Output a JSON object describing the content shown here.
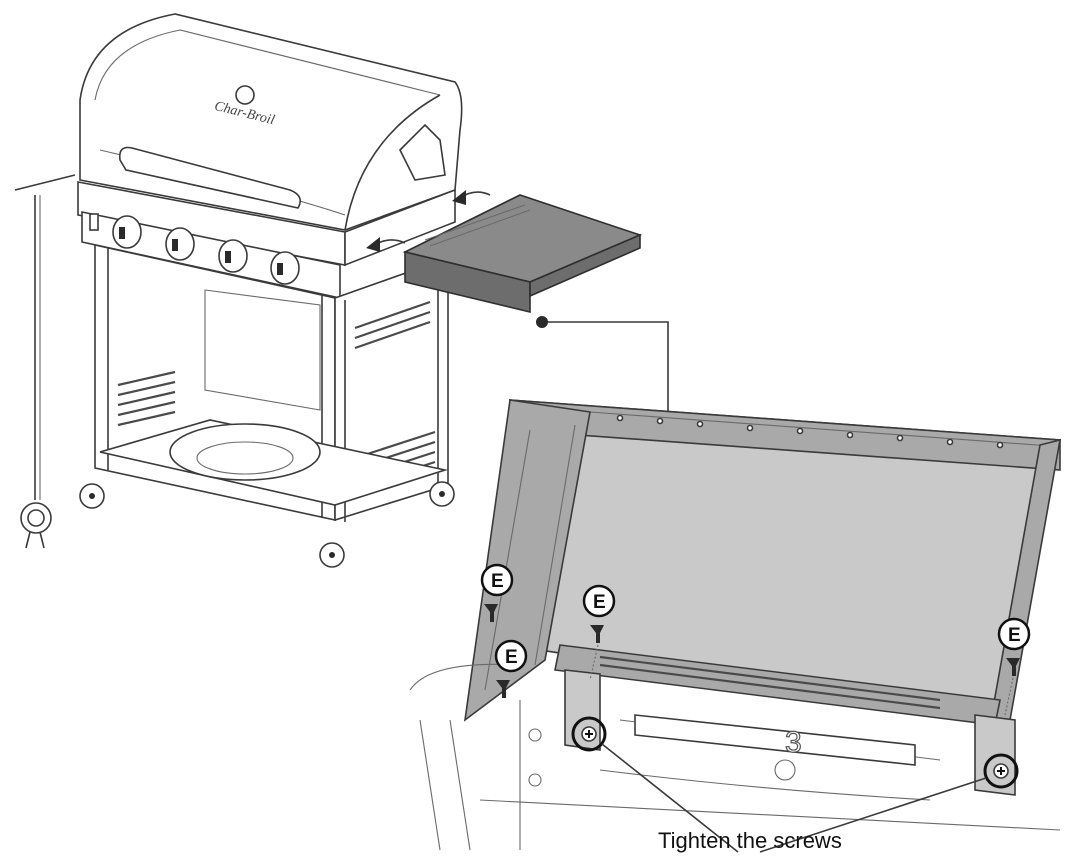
{
  "caption": "Tighten the screws",
  "part_label": "E",
  "panel_number": "3",
  "brand_logo": "Char-Broil",
  "colors": {
    "line": "#3a3a3a",
    "shelf": "#8a8a8a",
    "panel": "#c9c9c9"
  }
}
